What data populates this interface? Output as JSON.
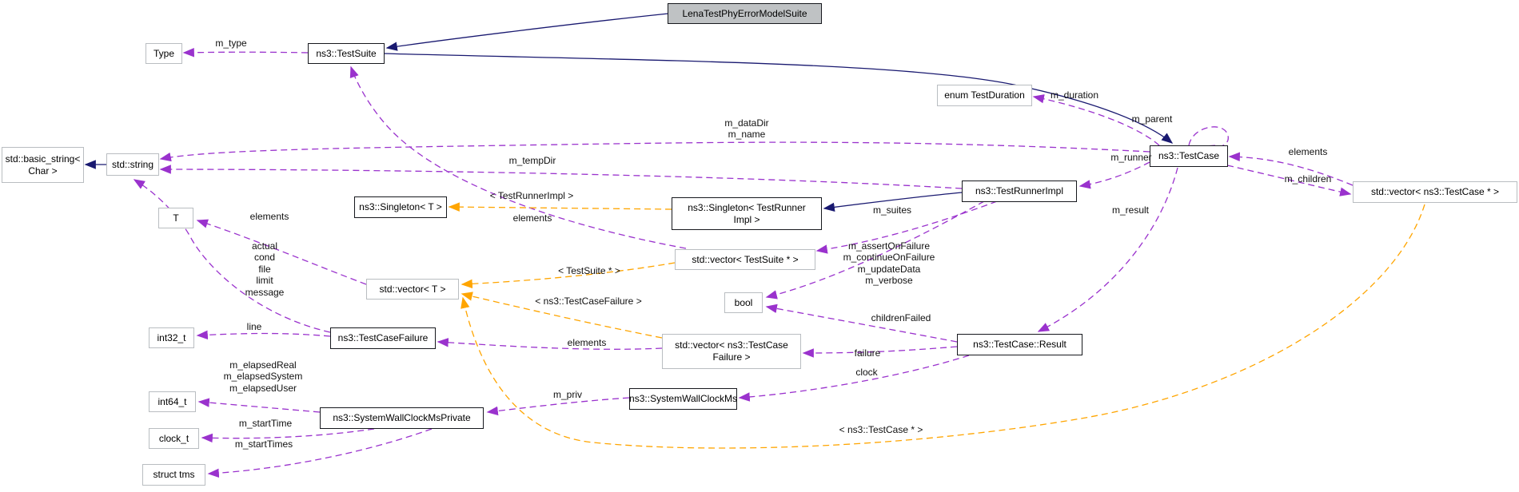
{
  "diagram": {
    "kind": "collaboration-graph",
    "colors": {
      "inheritance_edge": "#191970",
      "usage_edge": "#9a32cd",
      "template_edge": "#ffa500",
      "node_fill": "#ffffff",
      "highlight_fill": "#bfc2c4",
      "plain_border": "#b9bdc1",
      "strong_border": "#16181d",
      "text": "#000000"
    },
    "nodes": [
      {
        "id": "lena",
        "label": "LenaTestPhyErrorModelSuite"
      },
      {
        "id": "testsuite",
        "label": "ns3::TestSuite"
      },
      {
        "id": "type",
        "label": "Type"
      },
      {
        "id": "basicstring",
        "label": "std::basic_string<\nChar >"
      },
      {
        "id": "stdstring",
        "label": "std::string"
      },
      {
        "id": "enum-testduration",
        "label": "enum TestDuration"
      },
      {
        "id": "testcase",
        "label": "ns3::TestCase"
      },
      {
        "id": "vector-testcase-ptr",
        "label": "std::vector< ns3::TestCase * >"
      },
      {
        "id": "singleton-t",
        "label": "ns3::Singleton< T >"
      },
      {
        "id": "singleton-testrunnerimpl",
        "label": "ns3::Singleton< TestRunner\nImpl >"
      },
      {
        "id": "testrunnerimpl",
        "label": "ns3::TestRunnerImpl"
      },
      {
        "id": "vector-testsuite-ptr",
        "label": "std::vector< TestSuite * >"
      },
      {
        "id": "vector-t",
        "label": "std::vector< T >"
      },
      {
        "id": "t",
        "label": "T"
      },
      {
        "id": "bool",
        "label": "bool"
      },
      {
        "id": "testcasefailure",
        "label": "ns3::TestCaseFailure"
      },
      {
        "id": "int32",
        "label": "int32_t"
      },
      {
        "id": "vector-testcasefailure",
        "label": "std::vector< ns3::TestCase\nFailure >"
      },
      {
        "id": "result",
        "label": "ns3::TestCase::Result"
      },
      {
        "id": "int64",
        "label": "int64_t"
      },
      {
        "id": "systemwallclockmsprivate",
        "label": "ns3::SystemWallClockMsPrivate"
      },
      {
        "id": "systemwallclockms",
        "label": "ns3::SystemWallClockMs"
      },
      {
        "id": "clockt",
        "label": "clock_t"
      },
      {
        "id": "structtms",
        "label": "struct tms"
      }
    ],
    "edge_labels": [
      {
        "text": "m_type"
      },
      {
        "text": "m_dataDir\nm_name"
      },
      {
        "text": "m_tempDir"
      },
      {
        "text": "m_duration"
      },
      {
        "text": "m_parent"
      },
      {
        "text": "elements"
      },
      {
        "text": "m_children"
      },
      {
        "text": "m_runner"
      },
      {
        "text": "m_result"
      },
      {
        "text": "m_suites"
      },
      {
        "text": "< TestRunnerImpl >"
      },
      {
        "text": "elements"
      },
      {
        "text": "elements"
      },
      {
        "text": "m_assertOnFailure\nm_continueOnFailure\nm_updateData\nm_verbose"
      },
      {
        "text": "childrenFailed"
      },
      {
        "text": "actual\ncond\nfile\nlimit\nmessage"
      },
      {
        "text": "< TestSuite * >"
      },
      {
        "text": "< ns3::TestCaseFailure >"
      },
      {
        "text": "line"
      },
      {
        "text": "elements"
      },
      {
        "text": "failure"
      },
      {
        "text": "clock"
      },
      {
        "text": "m_elapsedReal\nm_elapsedSystem\nm_elapsedUser"
      },
      {
        "text": "m_priv"
      },
      {
        "text": "m_startTime"
      },
      {
        "text": "m_startTimes"
      },
      {
        "text": "< ns3::TestCase * >"
      }
    ],
    "edges": [
      {
        "from": "LenaTestPhyErrorModelSuite",
        "to": "ns3::TestSuite",
        "kind": "inheritance"
      },
      {
        "from": "ns3::TestSuite",
        "to": "ns3::TestCase",
        "kind": "inheritance"
      },
      {
        "from": "std::string",
        "to": "std::basic_string< Char >",
        "kind": "inheritance"
      },
      {
        "from": "ns3::TestRunnerImpl",
        "to": "ns3::Singleton< TestRunnerImpl >",
        "kind": "inheritance"
      },
      {
        "from": "ns3::TestSuite",
        "to": "Type",
        "kind": "usage",
        "label": "m_type"
      },
      {
        "from": "std::vector< TestSuite * >",
        "to": "ns3::TestSuite",
        "kind": "usage",
        "label": "elements"
      },
      {
        "from": "ns3::TestCase",
        "to": "std::string",
        "kind": "usage",
        "label": "m_dataDir m_name"
      },
      {
        "from": "ns3::TestRunnerImpl",
        "to": "std::string",
        "kind": "usage",
        "label": "m_tempDir"
      },
      {
        "from": "ns3::TestCase",
        "to": "enum TestDuration",
        "kind": "usage",
        "label": "m_duration"
      },
      {
        "from": "ns3::TestCase",
        "to": "ns3::TestCase",
        "kind": "usage",
        "label": "m_parent"
      },
      {
        "from": "std::vector< ns3::TestCase * >",
        "to": "ns3::TestCase",
        "kind": "usage",
        "label": "elements"
      },
      {
        "from": "ns3::TestCase",
        "to": "std::vector< ns3::TestCase * >",
        "kind": "usage",
        "label": "m_children"
      },
      {
        "from": "ns3::TestCase",
        "to": "ns3::TestRunnerImpl",
        "kind": "usage",
        "label": "m_runner"
      },
      {
        "from": "ns3::TestCase",
        "to": "ns3::TestCase::Result",
        "kind": "usage",
        "label": "m_result"
      },
      {
        "from": "ns3::TestRunnerImpl",
        "to": "std::vector< TestSuite * >",
        "kind": "usage",
        "label": "m_suites"
      },
      {
        "from": "ns3::TestRunnerImpl",
        "to": "bool",
        "kind": "usage",
        "label": "m_assertOnFailure m_continueOnFailure m_updateData m_verbose"
      },
      {
        "from": "ns3::TestCase::Result",
        "to": "bool",
        "kind": "usage",
        "label": "childrenFailed"
      },
      {
        "from": "std::vector< T >",
        "to": "T",
        "kind": "usage",
        "label": "elements"
      },
      {
        "from": "ns3::TestCaseFailure",
        "to": "std::string",
        "kind": "usage",
        "label": "actual cond file limit message"
      },
      {
        "from": "ns3::TestCaseFailure",
        "to": "int32_t",
        "kind": "usage",
        "label": "line"
      },
      {
        "from": "std::vector< ns3::TestCaseFailure >",
        "to": "ns3::TestCaseFailure",
        "kind": "usage",
        "label": "elements"
      },
      {
        "from": "ns3::TestCase::Result",
        "to": "std::vector< ns3::TestCaseFailure >",
        "kind": "usage",
        "label": "failure"
      },
      {
        "from": "ns3::TestCase::Result",
        "to": "ns3::SystemWallClockMs",
        "kind": "usage",
        "label": "clock"
      },
      {
        "from": "ns3::SystemWallClockMs",
        "to": "ns3::SystemWallClockMsPrivate",
        "kind": "usage",
        "label": "m_priv"
      },
      {
        "from": "ns3::SystemWallClockMsPrivate",
        "to": "int64_t",
        "kind": "usage",
        "label": "m_elapsedReal m_elapsedSystem m_elapsedUser"
      },
      {
        "from": "ns3::SystemWallClockMsPrivate",
        "to": "clock_t",
        "kind": "usage",
        "label": "m_startTime"
      },
      {
        "from": "ns3::SystemWallClockMsPrivate",
        "to": "struct tms",
        "kind": "usage",
        "label": "m_startTimes"
      },
      {
        "from": "ns3::Singleton< TestRunnerImpl >",
        "to": "ns3::Singleton< T >",
        "kind": "template",
        "label": "< TestRunnerImpl >"
      },
      {
        "from": "std::vector< TestSuite * >",
        "to": "std::vector< T >",
        "kind": "template",
        "label": "< TestSuite * >"
      },
      {
        "from": "std::vector< ns3::TestCaseFailure >",
        "to": "std::vector< T >",
        "kind": "template",
        "label": "< ns3::TestCaseFailure >"
      },
      {
        "from": "std::vector< ns3::TestCase * >",
        "to": "std::vector< T >",
        "kind": "template",
        "label": "< ns3::TestCase * >"
      }
    ]
  }
}
